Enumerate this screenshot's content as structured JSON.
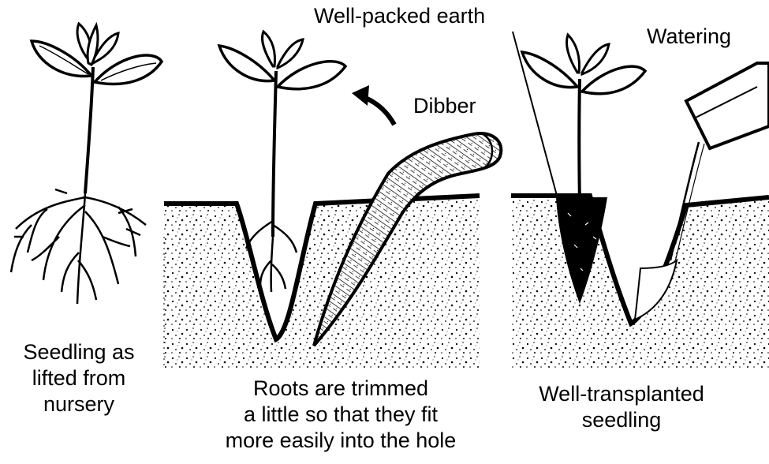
{
  "colors": {
    "ink": "#000000",
    "paper": "#ffffff"
  },
  "labels": {
    "well_packed_earth": "Well-packed earth",
    "watering": "Watering",
    "dibber": "Dibber",
    "seedling_lifted": [
      "Seedling as",
      "lifted from",
      "nursery"
    ],
    "roots_trimmed": [
      "Roots are trimmed",
      "a little so that they fit",
      "more easily into the hole"
    ],
    "well_transplanted": [
      "Well-transplanted",
      "seedling"
    ]
  }
}
